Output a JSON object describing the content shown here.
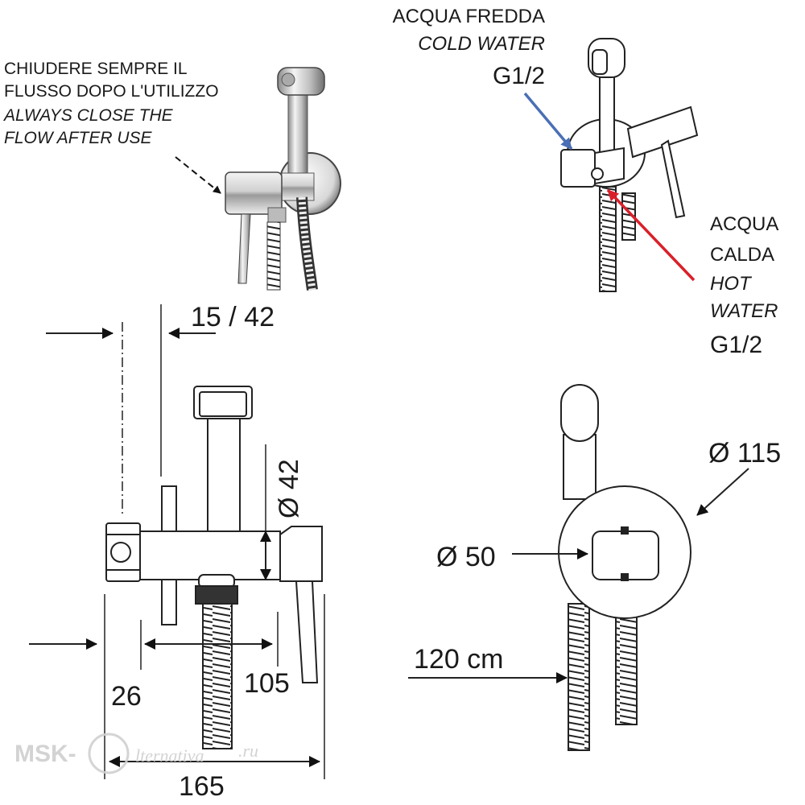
{
  "notes": {
    "close_it_1": "CHIUDERE SEMPRE IL",
    "close_it_2": "FLUSSO DOPO L'UTILIZZO",
    "close_en_1": "ALWAYS CLOSE THE",
    "close_en_2": "FLOW AFTER  USE",
    "cold_it": "ACQUA FREDDA",
    "cold_en": "COLD WATER",
    "cold_thread": "G1/2",
    "hot_it_1": "ACQUA",
    "hot_it_2": "CALDA",
    "hot_en_1": "HOT",
    "hot_en_2": "WATER",
    "hot_thread": "G1/2"
  },
  "dimensions": {
    "wall_range": "15 / 42",
    "body_diameter": "Ø 42",
    "offset_26": "26",
    "length_105": "105",
    "total_165": "165",
    "plate_diameter": "Ø 115",
    "inner_diameter": "Ø 50",
    "hose_length": "120 cm"
  },
  "watermark": {
    "brand_left": "MSK-",
    "brand_right": "lternativa",
    "tld": ".ru"
  },
  "colors": {
    "cold_arrow": "#4a6fb5",
    "hot_arrow": "#d9202a"
  }
}
